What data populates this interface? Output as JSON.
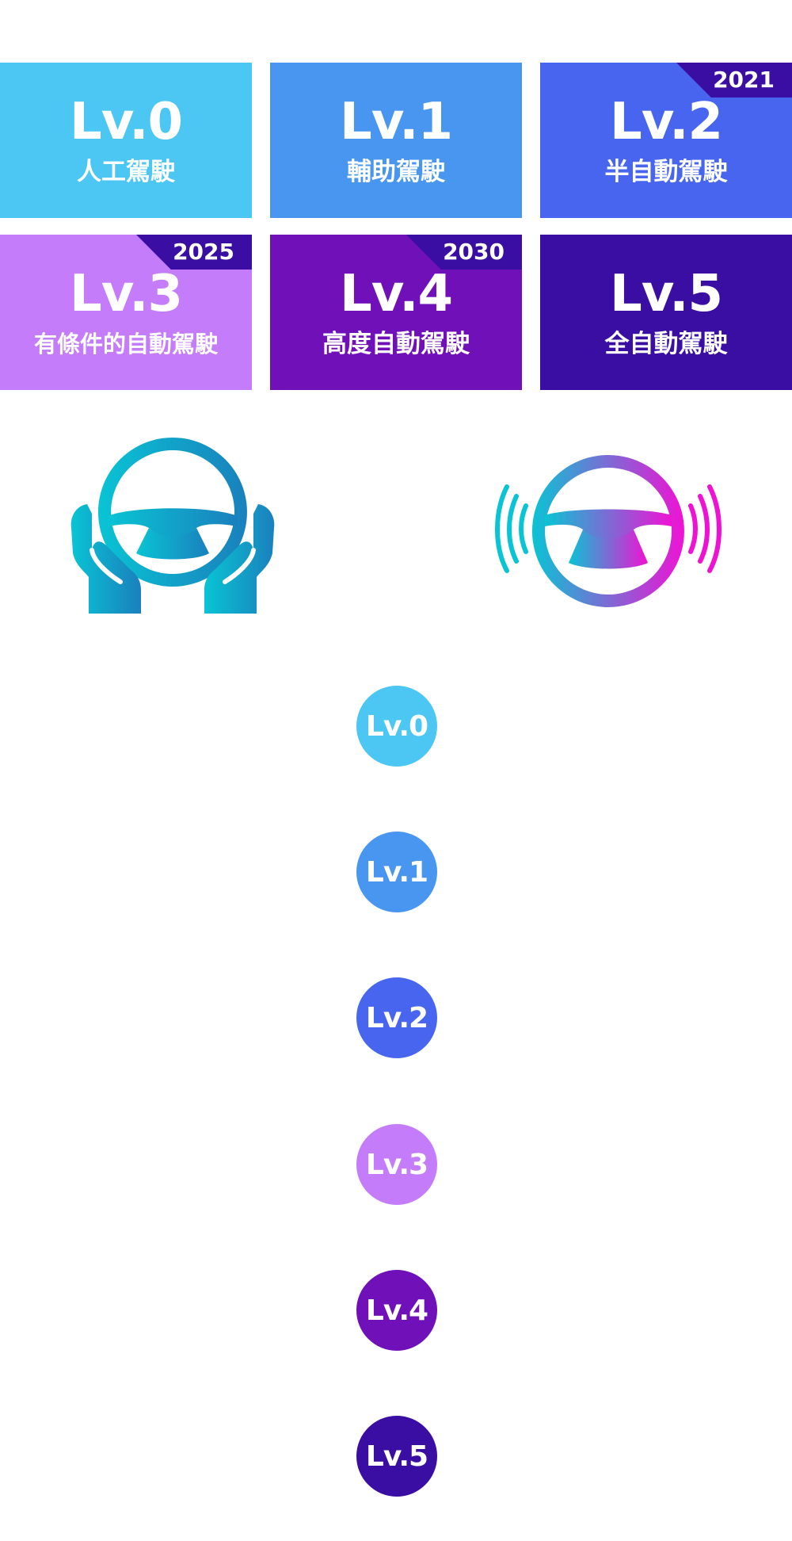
{
  "levels": [
    {
      "lv": "Lv.0",
      "desc": "人工駕駛",
      "color": "#4cc6f2",
      "year": ""
    },
    {
      "lv": "Lv.1",
      "desc": "輔助駕駛",
      "color": "#4896f0",
      "year": ""
    },
    {
      "lv": "Lv.2",
      "desc": "半自動駕駛",
      "color": "#4865ef",
      "year": "2021",
      "badge_color": "#3a0ea3"
    },
    {
      "lv": "Lv.3",
      "desc": "有條件的自動駕駛",
      "color": "#c47cfb",
      "year": "2025",
      "badge_color": "#3a0ea3"
    },
    {
      "lv": "Lv.4",
      "desc": "高度自動駕駛",
      "color": "#7010b8",
      "year": "2030",
      "badge_color": "#3a0ea3"
    },
    {
      "lv": "Lv.5",
      "desc": "全自動駕駛",
      "color": "#3a0ea3",
      "year": ""
    }
  ],
  "icons": {
    "manual": "hands-on-steering-wheel-icon",
    "autonomous": "autonomous-steering-wheel-icon"
  },
  "gradient": {
    "teal": "#09c4d4",
    "blue": "#1a80bd",
    "magenta": "#f012d4"
  }
}
